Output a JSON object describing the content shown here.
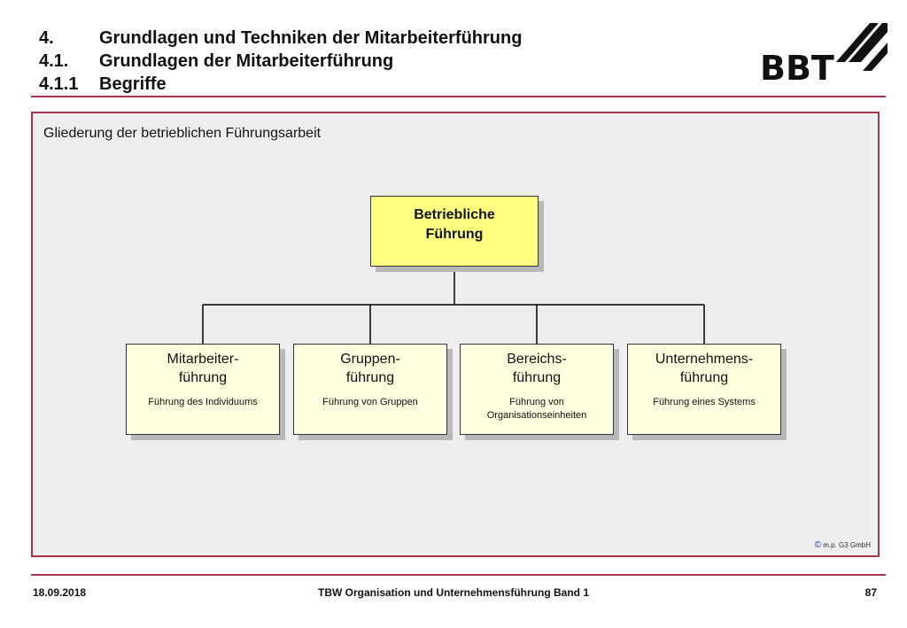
{
  "header": {
    "lines": [
      {
        "num": "4.",
        "text": "Grundlagen und Techniken der Mitarbeiterführung"
      },
      {
        "num": "4.1.",
        "text": "Grundlagen der Mitarbeiterführung"
      },
      {
        "num": "4.1.1",
        "text": "Begriffe"
      }
    ],
    "logo_text": "BBT"
  },
  "panel": {
    "title": "Gliederung der betrieblichen Führungsarbeit",
    "root": {
      "line1": "Betriebliche",
      "line2": "Führung"
    },
    "children": [
      {
        "line1": "Mitarbeiter-",
        "line2": "führung",
        "sub": "Führung des Individuums"
      },
      {
        "line1": "Gruppen-",
        "line2": "führung",
        "sub": "Führung von Gruppen"
      },
      {
        "line1": "Bereichs-",
        "line2": "führung",
        "sub": "Führung von Organisationseinheiten"
      },
      {
        "line1": "Unternehmens-",
        "line2": "führung",
        "sub": "Führung eines Systems"
      }
    ],
    "copyright_symbol": "©",
    "copyright": "m.p. G3 GmbH"
  },
  "footer": {
    "date": "18.09.2018",
    "title": "TBW Organisation und Unternehmensführung Band 1",
    "page": "87"
  },
  "colors": {
    "accent": "#a8324a",
    "root_fill": "#ffff80",
    "child_fill": "#ffffe0",
    "panel_bg": "#eeeeee"
  }
}
